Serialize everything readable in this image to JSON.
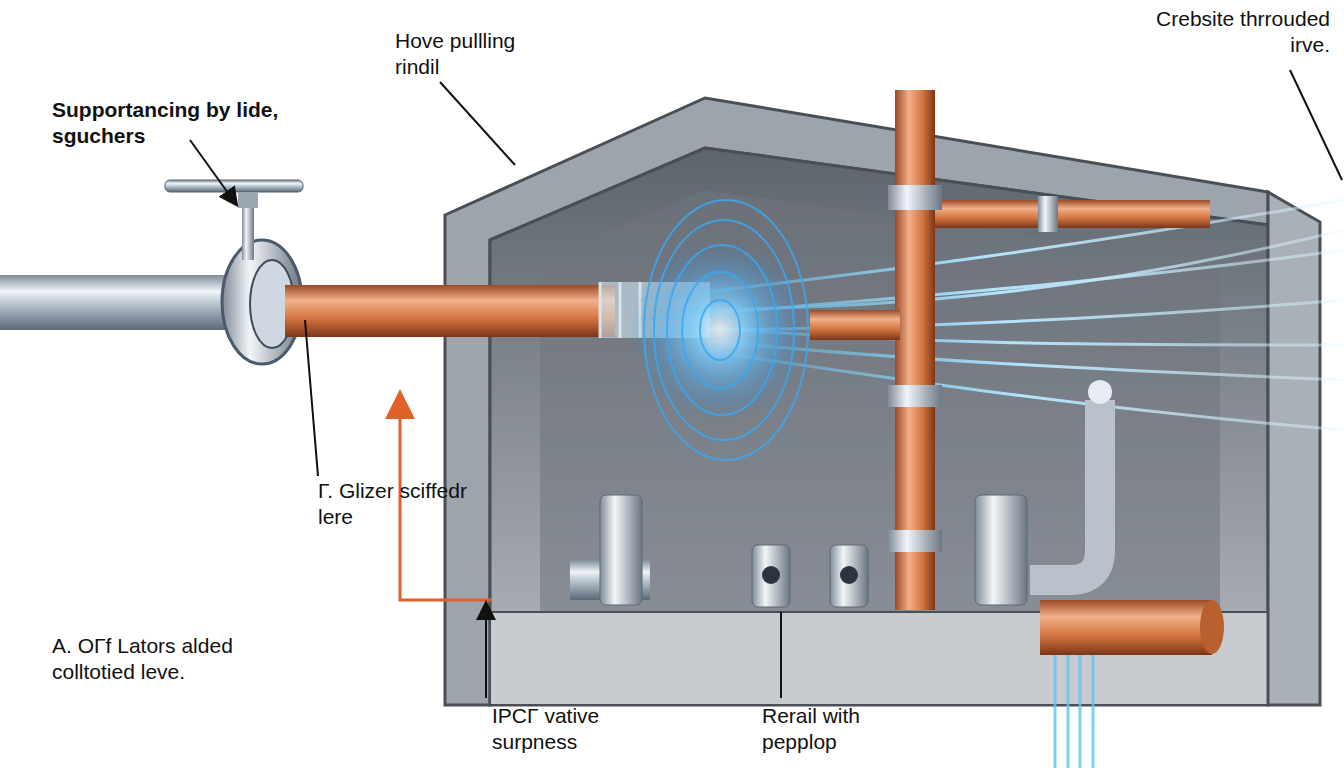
{
  "diagram": {
    "labels": [
      "Supportancing by lide, sguchers",
      "Hove pullling rindil",
      "Crebsite thrrouded irve.",
      "Γ. Glizer sciffedr lere",
      "A. OΓf Lators alded colltotied leve.",
      "IPCΓ vative surpness",
      "Rerail with pepplop"
    ]
  }
}
